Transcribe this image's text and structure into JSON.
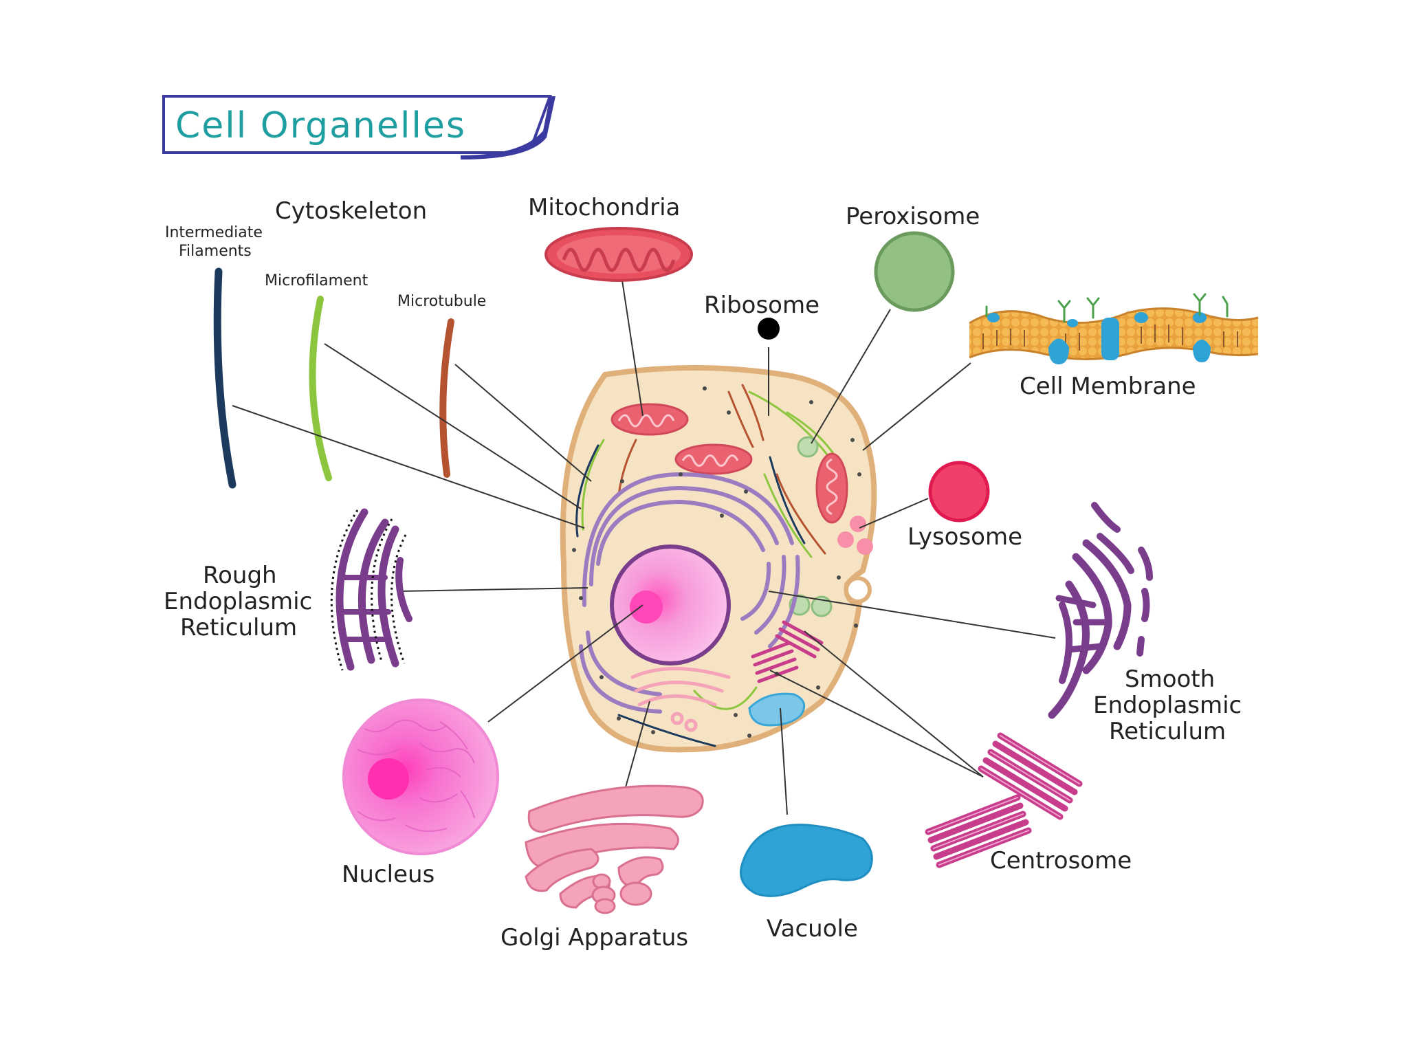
{
  "title": {
    "text": "Cell Organelles",
    "color": "#1e9ea0",
    "border_color": "#3a3aa0"
  },
  "labels": {
    "cytoskeleton": "Cytoskeleton",
    "intermediate_filaments_line1": "Intermediate",
    "intermediate_filaments_line2": "Filaments",
    "microfilament": "Microfilament",
    "microtubule": "Microtubule",
    "mitochondria": "Mitochondria",
    "ribosome": "Ribosome",
    "peroxisome": "Peroxisome",
    "cell_membrane": "Cell Membrane",
    "lysosome": "Lysosome",
    "rough_er_line1": "Rough",
    "rough_er_line2": "Endoplasmic",
    "rough_er_line3": "Reticulum",
    "smooth_er_line1": "Smooth",
    "smooth_er_line2": "Endoplasmic",
    "smooth_er_line3": "Reticulum",
    "nucleus": "Nucleus",
    "golgi_apparatus": "Golgi Apparatus",
    "vacuole": "Vacuole",
    "centrosome": "Centrosome"
  },
  "colors": {
    "cytoplasm": "#f6e3c3",
    "cell_wall": "#e0b07a",
    "mitochondria": "#e8505f",
    "peroxisome": "#8fbf7f",
    "lysosome": "#f0406a",
    "er": "#7a3d8c",
    "nucleus": "#f56fd0",
    "golgi": "#f4a3b9",
    "vacuole": "#3aa6d8",
    "centrosome": "#c83c8c",
    "intermediate_filament": "#1c3a5e",
    "microfilament": "#8cc63f",
    "microtubule": "#b5522f",
    "membrane": "#f0a848"
  }
}
